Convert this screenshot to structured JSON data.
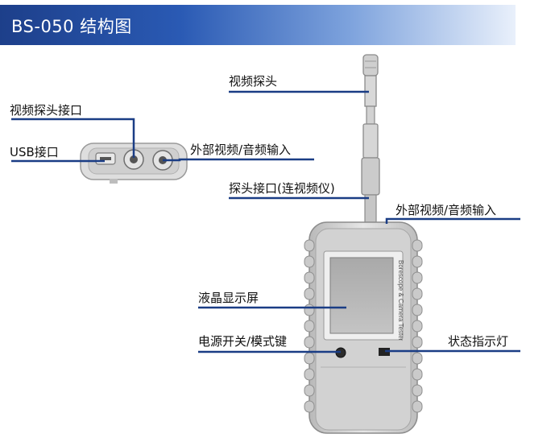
{
  "header": {
    "title": "BS-050 结构图"
  },
  "labels": {
    "video_probe": "视频探头",
    "video_probe_port": "视频探头接口",
    "usb_port": "USB接口",
    "ext_av_input_top": "外部视频/音频输入",
    "probe_port_with_scope": "探头接口(连视频仪)",
    "ext_av_input_right": "外部视频/音频输入",
    "lcd_screen": "液晶显示屏",
    "power_mode_key": "电源开关/模式键",
    "status_led": "状态指示灯"
  },
  "device": {
    "side_text": "Borescope & Camera Tester"
  },
  "colors": {
    "header_start": "#1d3f8a",
    "header_end": "#e9f0fb",
    "leader": "#1a3d85"
  }
}
